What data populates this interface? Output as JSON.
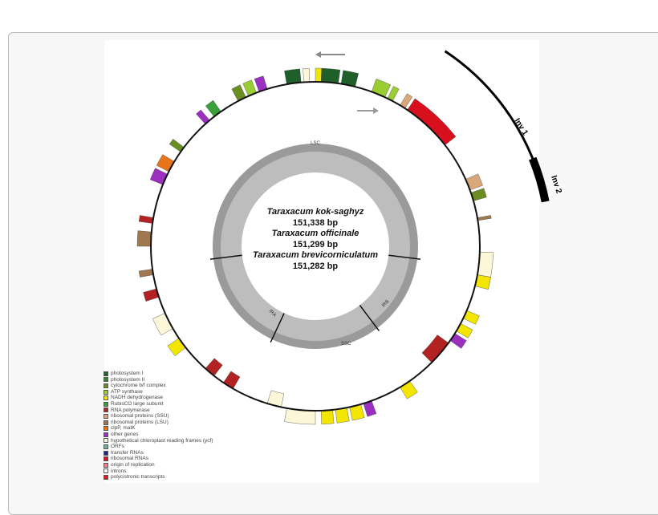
{
  "center": {
    "species": [
      {
        "name": "Taraxacum kok-saghyz",
        "size": "151,338 bp"
      },
      {
        "name": "Taraxacum officinale",
        "size": "151,299 bp"
      },
      {
        "name": "Taraxacum brevicorniculatum",
        "size": "151,282 bp"
      }
    ]
  },
  "regions": {
    "lsc": "LSC",
    "ira": "IRA",
    "ssc": "SSC",
    "irb": "IRB"
  },
  "inversions": {
    "inv1": "Inv 1",
    "inv2": "Inv 2"
  },
  "legend": [
    {
      "label": "photosystem I",
      "color": "#1f5f2a"
    },
    {
      "label": "photosystem II",
      "color": "#2f8a2f"
    },
    {
      "label": "cytochrome b/f complex",
      "color": "#6b8e23"
    },
    {
      "label": "ATP synthase",
      "color": "#9acd32"
    },
    {
      "label": "NADH dehydrogenase",
      "color": "#f2e600"
    },
    {
      "label": "RubisCO large subunit",
      "color": "#3aa13a"
    },
    {
      "label": "RNA polymerase",
      "color": "#b22222"
    },
    {
      "label": "ribosomal proteins (SSU)",
      "color": "#d9a87a"
    },
    {
      "label": "ribosomal proteins (LSU)",
      "color": "#a07850"
    },
    {
      "label": "clpP, matK",
      "color": "#e8741a"
    },
    {
      "label": "other genes",
      "color": "#9b30c0"
    },
    {
      "label": "hypothetical chloroplast reading frames (ycf)",
      "color": "#fbf7d8"
    },
    {
      "label": "ORFs",
      "color": "#6fb59a"
    },
    {
      "label": "transfer RNAs",
      "color": "#1a2a8a"
    },
    {
      "label": "ribosomal RNAs",
      "color": "#d8101e"
    },
    {
      "label": "origin of replication",
      "color": "#f08080"
    },
    {
      "label": "introns",
      "color": "#ffffff"
    },
    {
      "label": "polycistronic transcripts",
      "color": "#e01818"
    }
  ]
}
